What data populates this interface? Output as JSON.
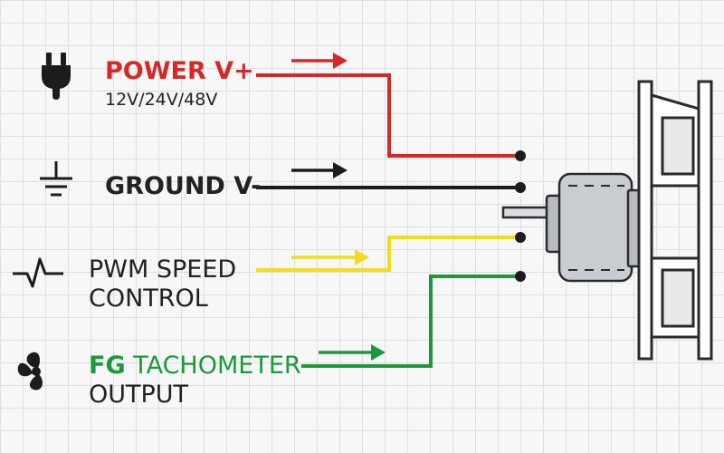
{
  "wires": [
    {
      "id": "power",
      "color": "#d62828",
      "title": "POWER V+",
      "subtitle": "12V/24V/48V",
      "icon": "power-plug-icon"
    },
    {
      "id": "ground",
      "color": "#1c1c1c",
      "title": "GROUND V-",
      "icon": "ground-symbol-icon"
    },
    {
      "id": "pwm",
      "color": "#f2dc1f",
      "title_line1": "PWM SPEED",
      "title_line2": "CONTROL",
      "icon": "pwm-pulse-icon"
    },
    {
      "id": "fg",
      "color": "#1a9a3c",
      "title_prefix": "FG",
      "title_rest": " TACHOMETER",
      "title_line2": "OUTPUT",
      "icon": "fan-icon"
    }
  ],
  "motor": {
    "component": "fan-motor",
    "icon": "motor-icon"
  }
}
